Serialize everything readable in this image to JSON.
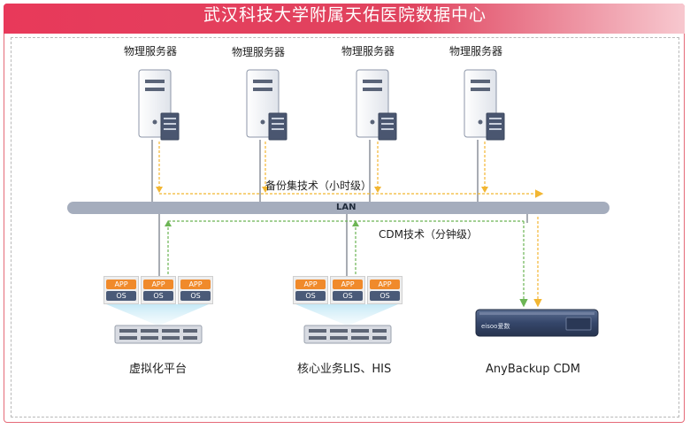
{
  "title": "武汉科技大学附属天佑医院数据中心",
  "servers": [
    {
      "label": "物理服务器"
    },
    {
      "label": "物理服务器"
    },
    {
      "label": "物理服务器"
    },
    {
      "label": "物理服务器"
    }
  ],
  "network": {
    "lan_label": "LAN",
    "backup_label": "备份集技术（小时级）",
    "cdm_label": "CDM技术（分钟级）"
  },
  "clusters": [
    {
      "label": "虚拟化平台",
      "vms": [
        {
          "app": "APP",
          "os": "OS"
        },
        {
          "app": "APP",
          "os": "OS"
        },
        {
          "app": "APP",
          "os": "OS"
        }
      ]
    },
    {
      "label": "核心业务LIS、HIS",
      "vms": [
        {
          "app": "APP",
          "os": "OS"
        },
        {
          "app": "APP",
          "os": "OS"
        },
        {
          "app": "APP",
          "os": "OS"
        }
      ]
    }
  ],
  "appliance": {
    "label": "AnyBackup CDM",
    "brand": "eisoo爱数"
  },
  "colors": {
    "title_bg": "#e8395a",
    "lan_bar": "#a5adbd",
    "backup_arrow": "#f2b632",
    "cdm_arrow": "#6cb554",
    "vm_app": "#f08a2b",
    "vm_os": "#4a5a78"
  }
}
